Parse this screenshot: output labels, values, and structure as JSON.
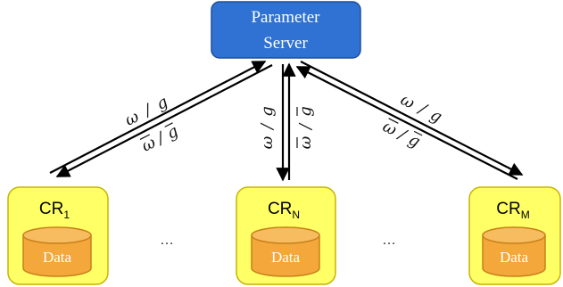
{
  "server": {
    "line1": "Parameter",
    "line2": "Server"
  },
  "clients": [
    {
      "name": "CR",
      "sub": "1",
      "store": "Data"
    },
    {
      "name": "CR",
      "sub": "N",
      "store": "Data"
    },
    {
      "name": "CR",
      "sub": "M",
      "store": "Data"
    }
  ],
  "ellipses": [
    "…",
    "…"
  ],
  "labels": {
    "symbols": {
      "omega": "ω",
      "slash": "/",
      "g": "g"
    }
  },
  "colors": {
    "server_fill": "#2f72d3",
    "server_border": "#1f4f99",
    "client_fill": "#ffff66",
    "client_border": "#c8b400",
    "db_fill": "#f4a73b",
    "db_top": "#f7bc60",
    "db_border": "#c7801a",
    "arrow": "#000000"
  },
  "icons": {
    "storage": "cylinder-database-icon",
    "arrow": "double-arrow"
  }
}
